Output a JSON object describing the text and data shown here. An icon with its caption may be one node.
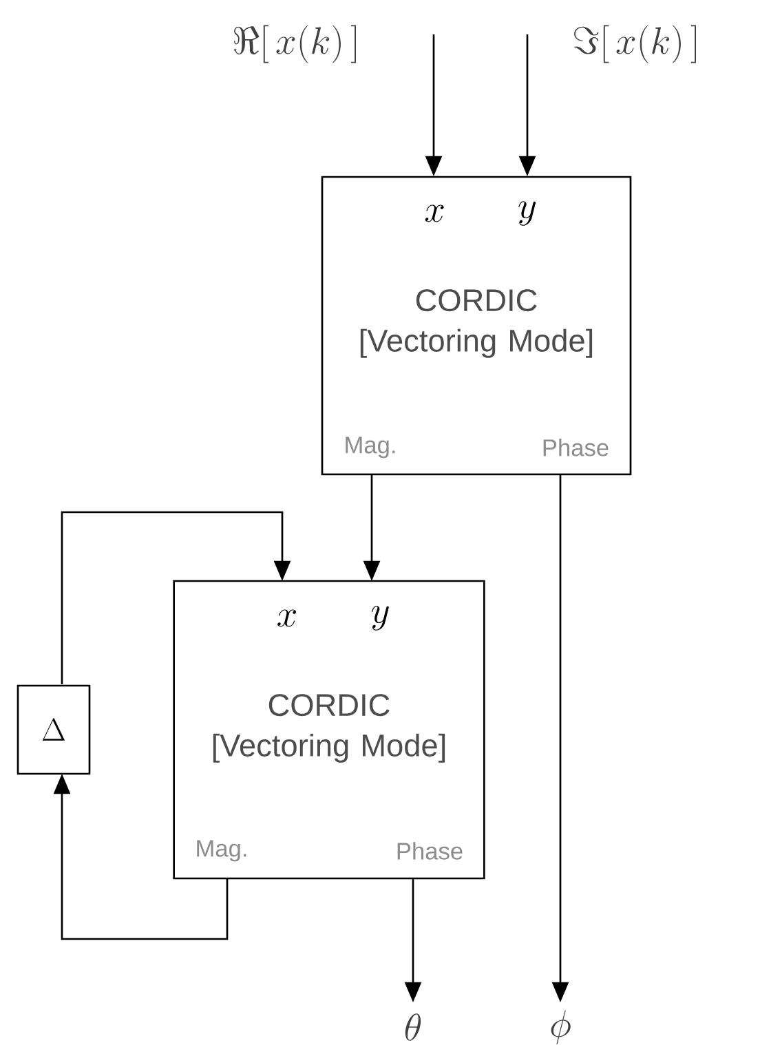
{
  "diagram": {
    "nodes": [
      {
        "text": [
          "\\Re[\\,x(k)\\,]"
        ]
      },
      {
        "text": [
          "\\Im[\\,x(k)\\,]"
        ]
      },
      {
        "text": [
          "x",
          "y",
          "CORDIC [Vectoring Mode]",
          "Mag.",
          "Phase"
        ]
      },
      {
        "text": [
          "x",
          "y",
          "CORDIC [Vectoring Mode]",
          "Mag.",
          "Phase"
        ]
      },
      {
        "text": [
          "\\Delta"
        ]
      },
      {
        "text": [
          "\\theta"
        ]
      },
      {
        "text": [
          "\\phi"
        ]
      }
    ],
    "edges": [
      {
        "from": 0,
        "to": 2,
        "arrow": "to"
      },
      {
        "from": 1,
        "to": 2,
        "arrow": "to"
      },
      {
        "from": 2,
        "to": 3,
        "arrow": "to"
      },
      {
        "from": 3,
        "to": 4,
        "arrow": "to"
      },
      {
        "from": 4,
        "to": 3,
        "arrow": "to"
      },
      {
        "from": 3,
        "to": 5,
        "arrow": "to"
      },
      {
        "from": 2,
        "to": 6,
        "arrow": "to"
      }
    ]
  }
}
